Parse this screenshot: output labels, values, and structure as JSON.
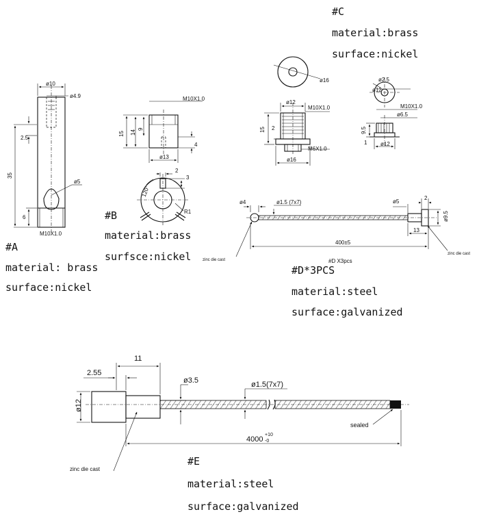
{
  "parts": {
    "a": {
      "id": "#A",
      "material": "material: brass",
      "surface": "surface:nickel"
    },
    "b": {
      "id": "#B",
      "material": "material:brass",
      "surface": "surfsce:nickel"
    },
    "c": {
      "id": "#C",
      "material": "material:brass",
      "surface": "surface:nickel"
    },
    "d": {
      "id": "#D*3PCS",
      "material": "material:steel",
      "surface": "surface:galvanized"
    },
    "e": {
      "id": "#E",
      "material": "material:steel",
      "surface": "surface:galvanized"
    }
  },
  "dims": {
    "a": {
      "d10": "ø10",
      "d49": "ø4.9",
      "d25": "2.5",
      "d35": "35",
      "d5": "ø5",
      "d6": "6",
      "thread": "M10X1.0"
    },
    "b": {
      "thread": "M10X1.0",
      "d15": "15",
      "d14": "14",
      "d9": "9",
      "d4": "4",
      "d13": "ø13",
      "d2": "2",
      "d3": "3",
      "ang": "120°",
      "r1": "R1"
    },
    "c": {
      "d16top": "ø16",
      "d12": "ø12",
      "thread": "M10X1.0",
      "d15": "15",
      "d2": "2",
      "thread2": "M6X1.0",
      "d16": "ø16",
      "d25": "ø2.5",
      "d12r": "ø12",
      "thread3": "M10X1.0",
      "d65": "ø6.5",
      "d95": "9.5",
      "d1": "1",
      "d12b": "ø12"
    },
    "d": {
      "d4": "ø4",
      "cable": "ø1.5 (7x7)",
      "d5": "ø5",
      "d2": "2",
      "d95": "ø9.5",
      "d13": "13",
      "len": "400±5",
      "zinc_left": "zinc die cast",
      "zinc_right": "zinc die cast",
      "qty": "#D  X3pcs"
    },
    "e": {
      "d11": "11",
      "d255": "2.55",
      "d35": "ø3.5",
      "cable": "ø1.5(7x7)",
      "d12": "ø12",
      "sealed": "sealed",
      "len": "4000",
      "tol_up": "+10",
      "tol_dn": "-0",
      "zinc": "zinc die cast"
    }
  }
}
